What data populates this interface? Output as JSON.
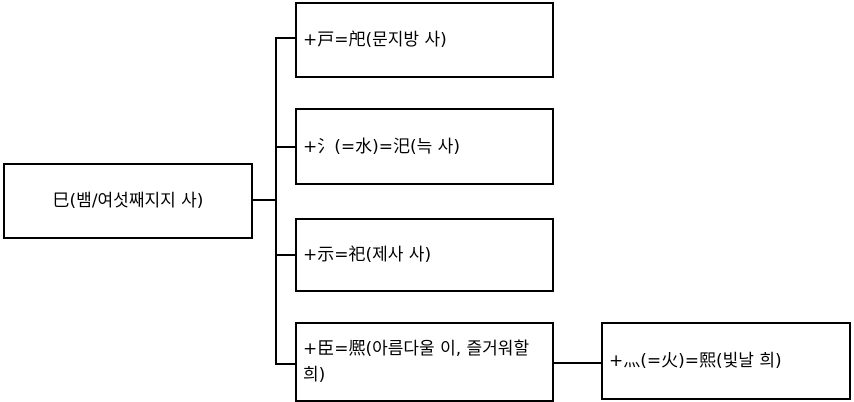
{
  "diagram": {
    "type": "hanja-derivation-tree",
    "title": "",
    "root": {
      "label": "巳(뱀/여섯째지지 사)"
    },
    "branches": [
      {
        "label": "+戸=戺(문지방 사)",
        "component": "戸",
        "result": "戺",
        "gloss": "문지방 사"
      },
      {
        "label": "+氵(=水)=汜(늑 사)",
        "component": "氵",
        "component_equiv": "水",
        "result": "汜",
        "gloss": "늑 사"
      },
      {
        "label": "+示=祀(제사 사)",
        "component": "示",
        "result": "祀",
        "gloss": "제사 사"
      },
      {
        "label": "+臣=熈(아름다울 이, 즐거워할 희)",
        "component": "臣",
        "result": "熈",
        "gloss": "아름다울 이, 즐거워할 희"
      }
    ],
    "leaf": {
      "label": "+灬(=火)=熙(빛날 희)",
      "component": "灬",
      "component_equiv": "火",
      "result": "熙",
      "gloss": "빛날 희"
    },
    "colors": {
      "background": "#ffffff",
      "stroke": "#000000",
      "text": "#000000"
    }
  }
}
